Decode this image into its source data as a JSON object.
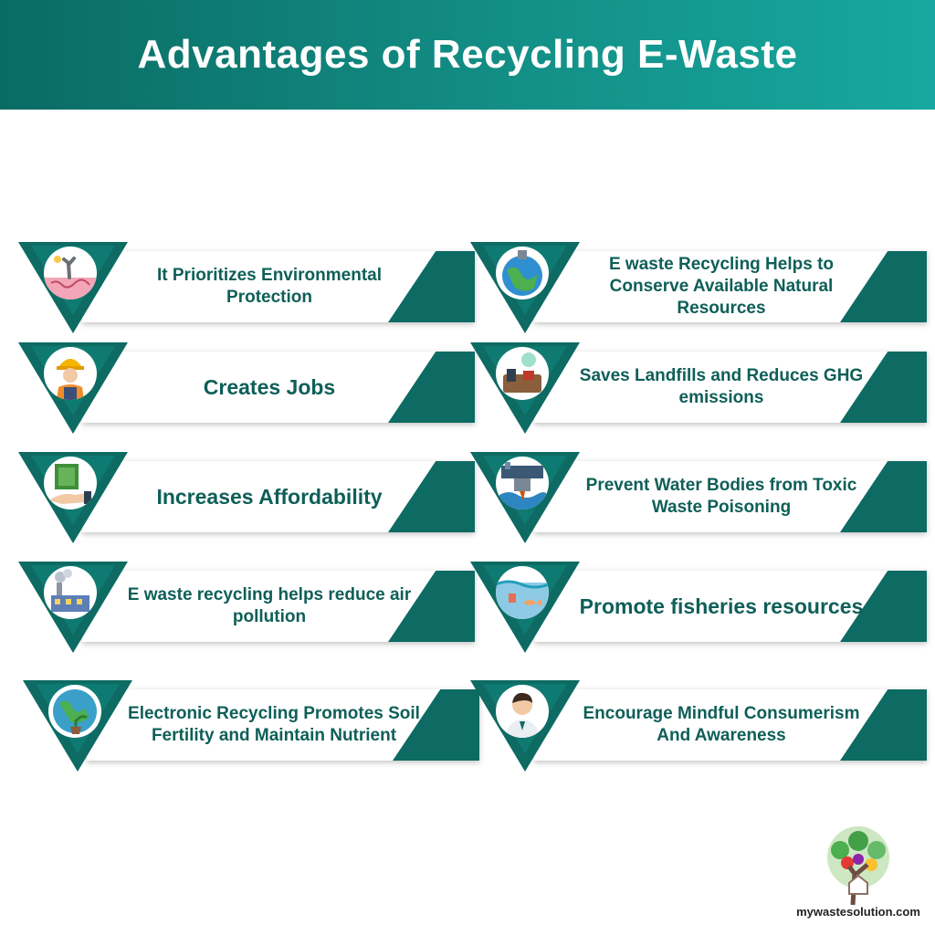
{
  "title": "Advantages of Recycling E-Waste",
  "colors": {
    "teal_dark": "#0d6b63",
    "teal_light": "#16a8a0",
    "text": "#0e5f58"
  },
  "left_items": [
    {
      "label": "It Prioritizes Environmental Protection",
      "icon": "dead-tree-soil-icon"
    },
    {
      "label": "Creates Jobs",
      "icon": "construction-worker-icon"
    },
    {
      "label": "Increases Affordability",
      "icon": "money-in-hand-icon"
    },
    {
      "label": "E waste recycling helps reduce air pollution",
      "icon": "factory-smoke-icon"
    },
    {
      "label": "Electronic Recycling Promotes Soil Fertility and Maintain Nutrient",
      "icon": "earth-plant-icon"
    }
  ],
  "right_items": [
    {
      "label": "E waste Recycling Helps to Conserve Available Natural Resources",
      "icon": "globe-resources-icon"
    },
    {
      "label": "Saves Landfills and Reduces GHG emissions",
      "icon": "landfill-waste-icon"
    },
    {
      "label": "Prevent Water Bodies from Toxic Waste Poisoning",
      "icon": "factory-water-pollution-icon"
    },
    {
      "label": "Promote fisheries resources",
      "icon": "fish-water-icon"
    },
    {
      "label": "Encourage Mindful Consumerism And Awareness",
      "icon": "person-avatar-icon"
    }
  ],
  "footer": {
    "site": "mywastesolution.com",
    "logo_icon": "tree-house-logo-icon"
  }
}
